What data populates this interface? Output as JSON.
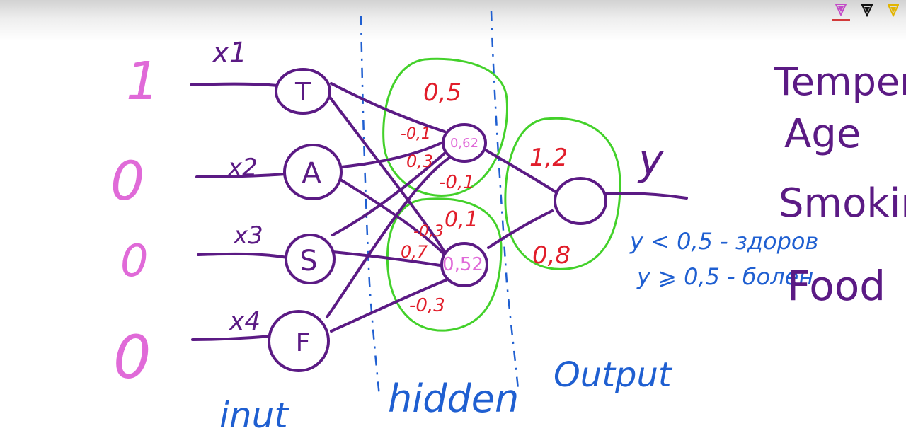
{
  "toolbar": {
    "tools": [
      {
        "icon": "marker-pink-icon",
        "color": "#c34bc7",
        "active": true
      },
      {
        "icon": "marker-black-icon",
        "color": "#111111",
        "active": false
      },
      {
        "icon": "marker-yellow-icon",
        "color": "#e2b400",
        "active": false
      }
    ]
  },
  "input_values": [
    "1",
    "0",
    "0",
    "0"
  ],
  "input_labels": [
    "x1",
    "x2",
    "x3",
    "x4"
  ],
  "input_nodes": [
    "T",
    "A",
    "S",
    "F"
  ],
  "hidden": {
    "top": {
      "bias": "0,5",
      "value": "0,62",
      "weights": [
        "-0,1",
        "0,3",
        "-0,1"
      ]
    },
    "bottom": {
      "bias": "0,1",
      "value": "0,52",
      "weights": [
        "-0,3",
        "0,7",
        "-0,3"
      ]
    }
  },
  "output": {
    "weights": [
      "1,2",
      "0,8"
    ],
    "label": "y"
  },
  "rules": [
    "y < 0,5 - здоров",
    "y ⩾ 0,5 - болен"
  ],
  "features": [
    "Temperat",
    "Age",
    "Smokin",
    "Food"
  ],
  "layers": {
    "input": "inut",
    "hidden": "hidden",
    "output": "Output"
  },
  "colors": {
    "purple": "#5b1a84",
    "pink": "#e06ad8",
    "red": "#e11d2a",
    "green": "#43d12a",
    "blue": "#1f5fd1"
  }
}
